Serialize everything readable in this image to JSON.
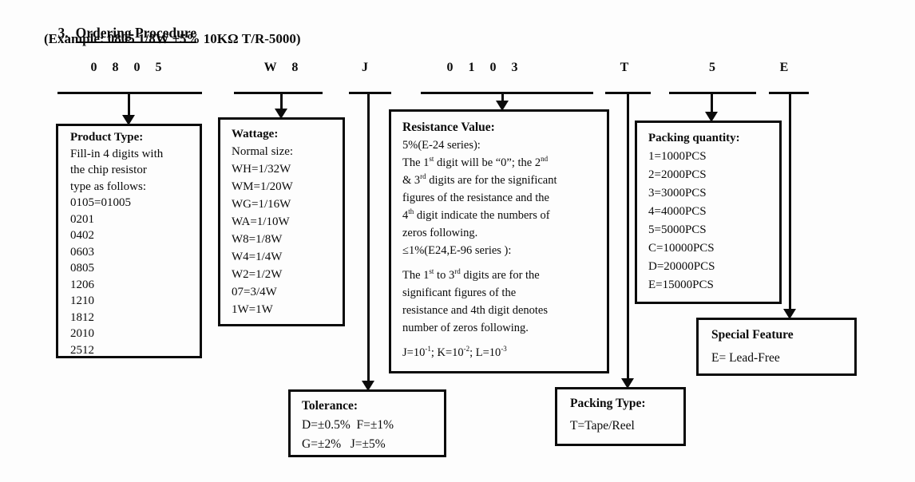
{
  "page": {
    "section_number": "3.",
    "section_title": "Ordering Procedure",
    "example_line": "(Example: 0805 1/8W ±5% 10KΩ T/R-5000)"
  },
  "codes": {
    "product_type": "0 8 0 5",
    "wattage": "W 8",
    "tolerance": "J",
    "resistance": "0 1 0 3",
    "packing_type": "T",
    "packing_quantity": "5",
    "special_feature": "E"
  },
  "boxes": {
    "product_type": {
      "heading": "Product Type:",
      "lines": [
        "Fill-in 4 digits with",
        "the chip resistor",
        "type as follows:",
        "0105=01005",
        "0201",
        "0402",
        "0603",
        "0805",
        "1206",
        "1210",
        "1812",
        "2010",
        "2512"
      ]
    },
    "wattage": {
      "heading": "Wattage:",
      "lines": [
        "Normal size:",
        "WH=1/32W",
        "WM=1/20W",
        "WG=1/16W",
        "WA=1/10W",
        "W8=1/8W",
        "W4=1/4W",
        "W2=1/2W",
        "07=3/4W",
        "1W=1W"
      ]
    },
    "resistance_value": {
      "heading": "Resistance Value:",
      "lines": [
        "5%(E-24 series):",
        "The 1^{st} digit will be “0”; the 2^{nd}",
        "& 3^{rd} digits are for the significant",
        "figures of the resistance and the",
        "4^{th} digit indicate the numbers of",
        "zeros following.",
        "≤1%(E24,E-96 series ):",
        "The 1^{st} to 3^{rd} digits are for the",
        "significant figures of the",
        "resistance and 4th digit denotes",
        "number of zeros following.",
        "J=10^{-1}; K=10^{-2}; L=10^{-3}"
      ]
    },
    "packing_quantity": {
      "heading": "Packing quantity:",
      "lines": [
        "1=1000PCS",
        "2=2000PCS",
        "3=3000PCS",
        "4=4000PCS",
        "5=5000PCS",
        "C=10000PCS",
        "D=20000PCS",
        "E=15000PCS"
      ]
    },
    "special_feature": {
      "heading": "Special Feature",
      "lines": [
        "E= Lead-Free"
      ]
    },
    "tolerance": {
      "heading": "Tolerance:",
      "lines": [
        "D=±0.5%  F=±1%",
        "G=±2%   J=±5%"
      ]
    },
    "packing_type": {
      "heading": "Packing Type:",
      "lines": [
        "T=Tape/Reel"
      ]
    }
  },
  "colors": {
    "ink": "#0b0b0b",
    "background": "#fdfdfd"
  }
}
